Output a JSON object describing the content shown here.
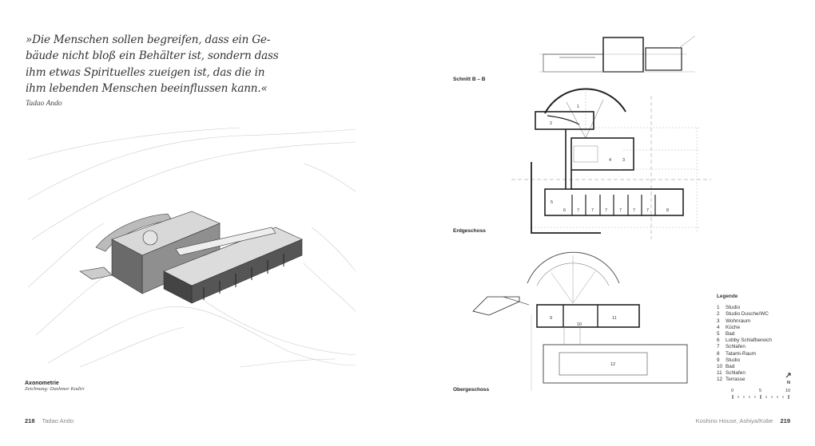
{
  "left_page": {
    "quote_lines": [
      "»Die Menschen sollen begreifen, dass ein Ge-",
      "bäude nicht bloß ein Behälter ist, sondern dass",
      "ihm etwas Spirituelles zueigen ist, das die in",
      "ihm lebenden Menschen beeinflussen kann.«"
    ],
    "quote_author": "Tadao Ando",
    "caption_title": "Axonometrie",
    "caption_credit": "Zeichnung: Dashmer Kadiri",
    "page_number": "218",
    "running_head": "Tadao Ando"
  },
  "right_page": {
    "section_label": "Schnitt B – B",
    "ground_floor_label": "Erdgeschoss",
    "upper_floor_label": "Obergeschoss",
    "ground_floor_rooms": [
      "1",
      "2",
      "3",
      "4",
      "5",
      "6",
      "7",
      "7",
      "7",
      "7",
      "7",
      "7",
      "8"
    ],
    "upper_floor_rooms": [
      "9",
      "10",
      "11",
      "12"
    ],
    "legend": {
      "title": "Legende",
      "items": [
        {
          "num": "1",
          "label": "Studio"
        },
        {
          "num": "2",
          "label": "Studio Dusche/WC"
        },
        {
          "num": "3",
          "label": "Wohnraum"
        },
        {
          "num": "4",
          "label": "Küche"
        },
        {
          "num": "5",
          "label": "Bad"
        },
        {
          "num": "6",
          "label": "Lobby Schlafbereich"
        },
        {
          "num": "7",
          "label": "Schlafen"
        },
        {
          "num": "8",
          "label": "Tatami-Raum"
        },
        {
          "num": "9",
          "label": "Studio"
        },
        {
          "num": "10",
          "label": "Bad"
        },
        {
          "num": "11",
          "label": "Schlafen"
        },
        {
          "num": "12",
          "label": "Terrasse"
        }
      ]
    },
    "north_label": "N",
    "north_icon": "north-arrow-icon",
    "scale_labels": [
      "0",
      "5",
      "10"
    ],
    "running_head": "Koshino House, Ashiya/Kobe",
    "page_number": "219"
  }
}
